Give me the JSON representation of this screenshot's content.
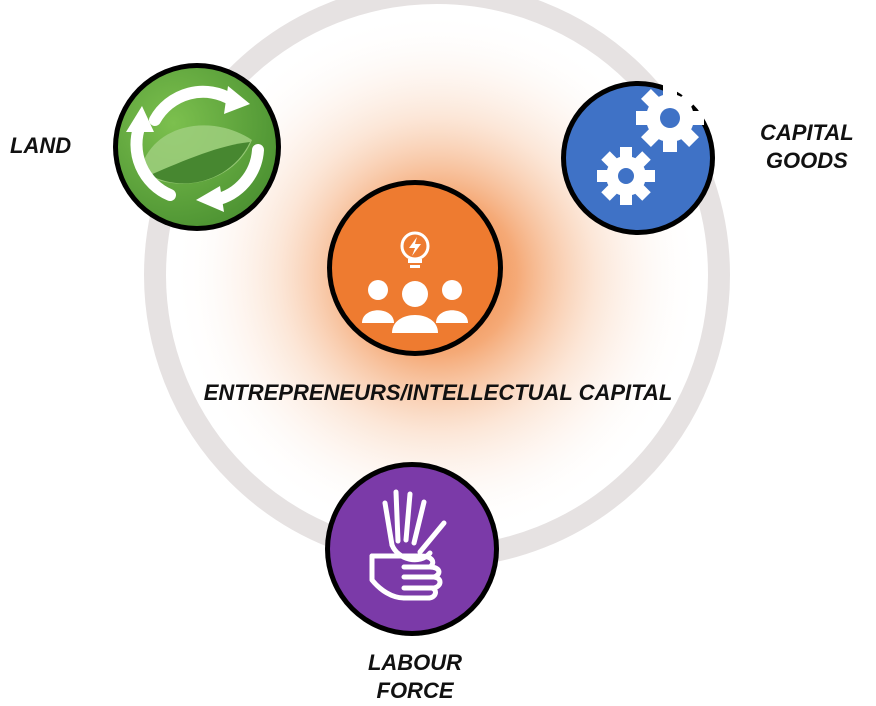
{
  "nodes": {
    "land": {
      "label": "LAND",
      "icon": "recycle-leaf-icon",
      "color": "#5FA73F"
    },
    "capital_goods": {
      "label_lines": [
        "CAPITAL",
        "GOODS"
      ],
      "icon": "gears-icon",
      "color": "#3F72C6"
    },
    "entrepreneurs": {
      "label": "ENTREPRENEURS/INTELLECTUAL CAPITAL",
      "icon": "team-idea-icon",
      "color": "#EE7B30"
    },
    "labour_force": {
      "label_lines": [
        "LABOUR",
        "FORCE"
      ],
      "icon": "sign-language-hands-icon",
      "color": "#7B3AA8"
    }
  },
  "ring_color": "#E6E2E2",
  "glow_color": "#F07A30"
}
